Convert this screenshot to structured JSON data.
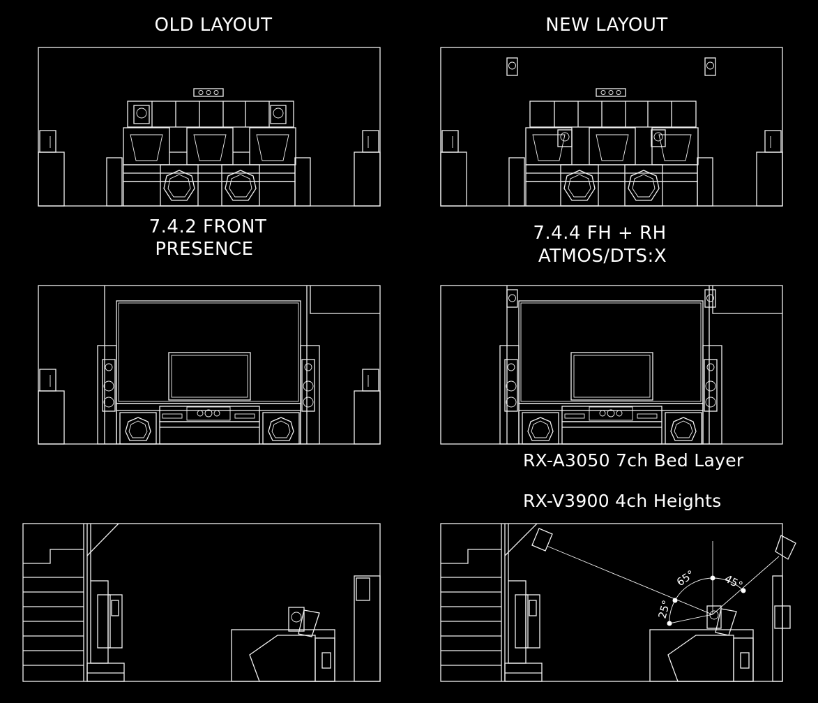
{
  "headings": {
    "old_layout": "OLD LAYOUT",
    "new_layout": "NEW LAYOUT"
  },
  "captions": {
    "old_config_line1": "7.4.2 FRONT",
    "old_config_line2": "PRESENCE",
    "new_config_line1": "7.4.4 FH + RH",
    "new_config_line2": "ATMOS/DTS:X",
    "receiver_bed": "RX-A3050 7ch Bed Layer",
    "receiver_heights": "RX-V3900 4ch Heights"
  },
  "angles": {
    "a25": "25°",
    "a65": "65°",
    "a45": "45°"
  }
}
